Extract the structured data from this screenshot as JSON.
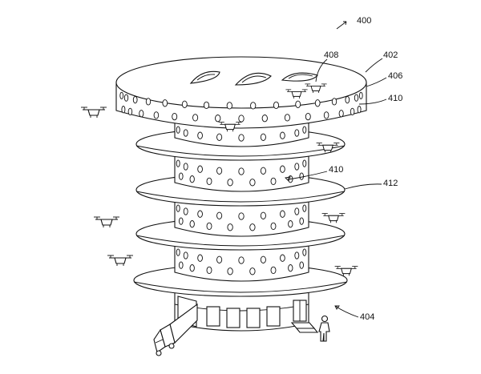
{
  "labels": {
    "figure": "400",
    "top_surface": "402",
    "ground_floor": "404",
    "platform_rim": "406",
    "dome_openings": "408",
    "bay_openings_upper": "410",
    "bay_openings_middle": "410",
    "landing_deck": "412"
  },
  "icons": {
    "drone": "drone-icon",
    "truck": "delivery-truck-icon",
    "person": "person-icon",
    "door": "door-icon"
  }
}
